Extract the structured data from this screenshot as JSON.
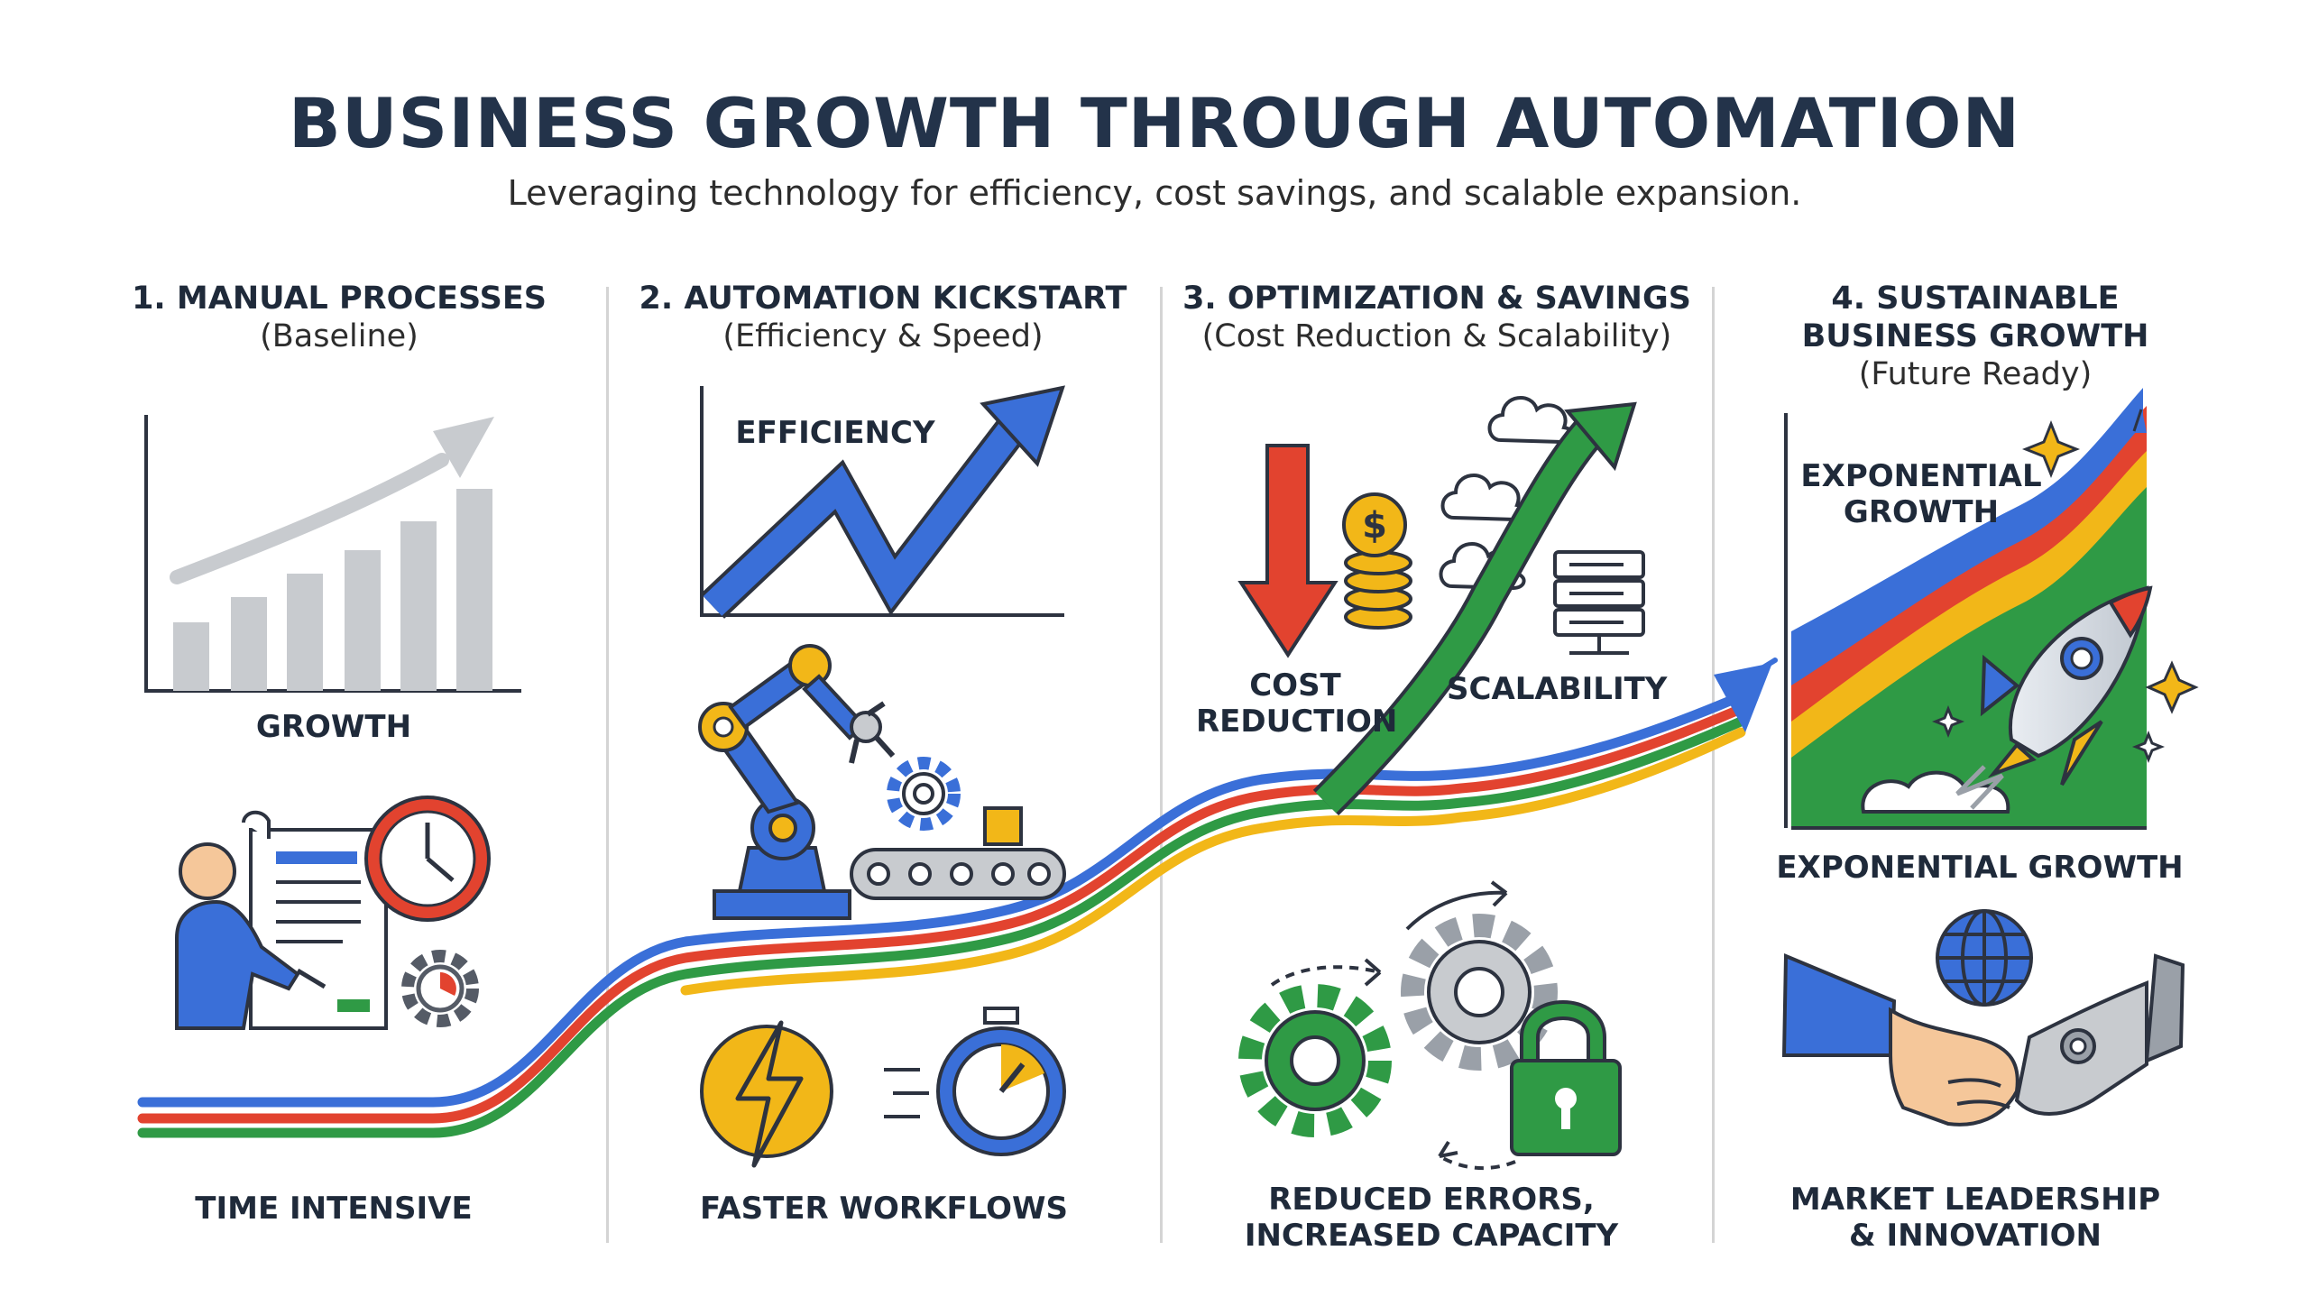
{
  "title": "BUSINESS GROWTH THROUGH AUTOMATION",
  "subtitle": "Leveraging technology for efficiency, cost savings, and scalable expansion.",
  "stages": [
    {
      "heading": "1. MANUAL PROCESSES",
      "subheading": "(Baseline)",
      "chart_label": "GROWTH",
      "bottom_label": "TIME INTENSIVE"
    },
    {
      "heading": "2. AUTOMATION KICKSTART",
      "subheading": "(Efficiency & Speed)",
      "chart_label": "EFFICIENCY",
      "bottom_label": "FASTER WORKFLOWS"
    },
    {
      "heading": "3. OPTIMIZATION & SAVINGS",
      "subheading": "(Cost Reduction & Scalability)",
      "cost_label_1": "COST",
      "cost_label_2": "REDUCTION",
      "scalability_label": "SCALABILITY",
      "bottom_label_1": "REDUCED ERRORS,",
      "bottom_label_2": "INCREASED CAPACITY"
    },
    {
      "heading_1": "4. SUSTAINABLE",
      "heading_2": "BUSINESS GROWTH",
      "subheading": "(Future Ready)",
      "chart_label_1": "EXPONENTIAL",
      "chart_label_2": "GROWTH",
      "mid_label": "EXPONENTIAL GROWTH",
      "bottom_label_1": "MARKET LEADERSHIP",
      "bottom_label_2": "& INNOVATION"
    }
  ],
  "colors": {
    "blue": "#3a6fd8",
    "red": "#e2432f",
    "green": "#2f9a45",
    "yellow": "#f2b718",
    "gray": "#c8cbcf",
    "navy": "#23334a"
  },
  "icons": [
    "bar-chart-icon",
    "person-document-icon",
    "clock-icon",
    "gear-icon",
    "robot-arm-icon",
    "conveyor-icon",
    "lightning-icon",
    "stopwatch-icon",
    "down-arrow-icon",
    "coins-icon",
    "cloud-icon",
    "server-icon",
    "lock-icon",
    "rocket-icon",
    "sparkle-icon",
    "globe-icon",
    "handshake-icon"
  ]
}
